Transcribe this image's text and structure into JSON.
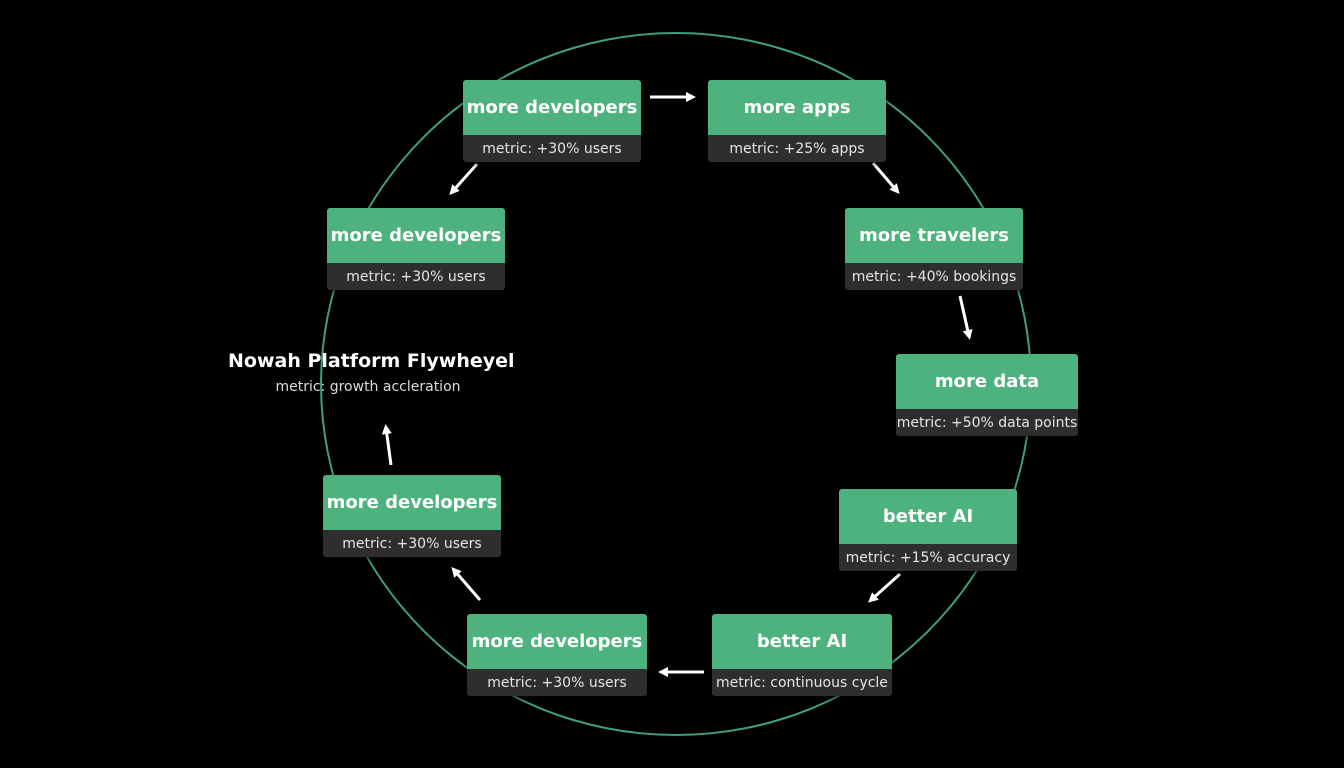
{
  "title": "Nowah Platform Flywheyel",
  "subtitle": "metric: growth accleration",
  "accent_color": "#4eb27f",
  "metric_bg_color": "#2e2e2e",
  "ring_color": "#3fa07a",
  "nodes": [
    {
      "label": "more developers",
      "metric": "metric: +30% users"
    },
    {
      "label": "more apps",
      "metric": "metric: +25% apps"
    },
    {
      "label": "more travelers",
      "metric": "metric: +40% bookings"
    },
    {
      "label": "more data",
      "metric": "metric: +50% data points"
    },
    {
      "label": "better AI",
      "metric": "metric: +15% accuracy"
    },
    {
      "label": "better AI",
      "metric": "metric: continuous cycle"
    },
    {
      "label": "more developers",
      "metric": "metric: +30% users"
    },
    {
      "label": "more developers",
      "metric": "metric: +30% users"
    },
    {
      "label": "more developers",
      "metric": "metric: +30% users"
    }
  ]
}
